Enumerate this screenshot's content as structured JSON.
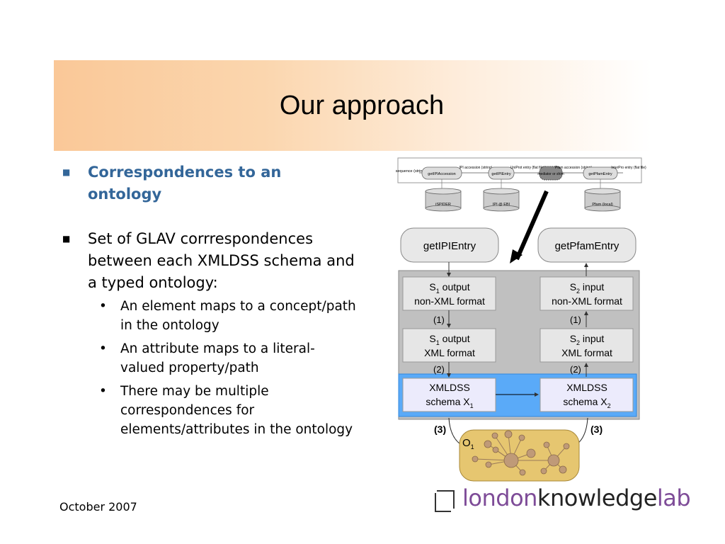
{
  "slide": {
    "title": "Our approach",
    "footer": "October 2007"
  },
  "bullets": [
    {
      "text": "Correspondences to an ontology"
    },
    {
      "text": "Set of GLAV corrrespondences between each XMLDSS schema and a typed ontology:"
    }
  ],
  "sub_bullets": [
    {
      "text": "An element maps to a concept/path in the ontology"
    },
    {
      "text": "An attribute maps to a literal-valued property/path"
    },
    {
      "text": "There may be multiple correspondences for elements/attributes in the ontology"
    }
  ],
  "workflow": {
    "sequence_label": "sequence (string)",
    "services": [
      "getIPIAccession",
      "getIPIEntry",
      "mediator or shim",
      "getPfamEntry"
    ],
    "io_labels": [
      "IPI accession (string)",
      "UniProt entry (flat file)",
      "Pfam accession (string)",
      "InterPro entry (flat file)"
    ],
    "databases": [
      "iSPIDER",
      "IPI @ EBI",
      "Pfam (local)"
    ]
  },
  "diagram": {
    "service_left": "getIPIEntry",
    "service_right": "getPfamEntry",
    "left_output": {
      "line1": "S",
      "sub": "1",
      "line1_rest": " output",
      "line2": "non-XML format"
    },
    "right_input": {
      "line1": "S",
      "sub": "2",
      "line1_rest": " input",
      "line2": "non-XML format"
    },
    "left_xml": {
      "line1": "S",
      "sub": "1",
      "line1_rest": " output",
      "line2": "XML format"
    },
    "right_xml": {
      "line1": "S",
      "sub": "2",
      "line1_rest": " input",
      "line2": "XML format"
    },
    "schema_left": {
      "line1": "XMLDSS",
      "line2": "schema X",
      "sub": "1"
    },
    "schema_right": {
      "line1": "XMLDSS",
      "line2": "schema X",
      "sub": "2"
    },
    "step1": "(1)",
    "step2": "(2)",
    "step3": "(3)",
    "ontology": {
      "label": "O",
      "sub": "1"
    }
  },
  "logo": {
    "part1": "london",
    "part2": "knowledge",
    "part3": "lab"
  },
  "colors": {
    "heading_blue": "#336699",
    "panel_grey": "#c0c0c0",
    "schema_band": "#5aaaf8",
    "schema_box": "#ecebfc",
    "ontology_fill": "#e6c670",
    "node_fill": "#bf9a78",
    "logo_purple": "#7e4c98"
  }
}
